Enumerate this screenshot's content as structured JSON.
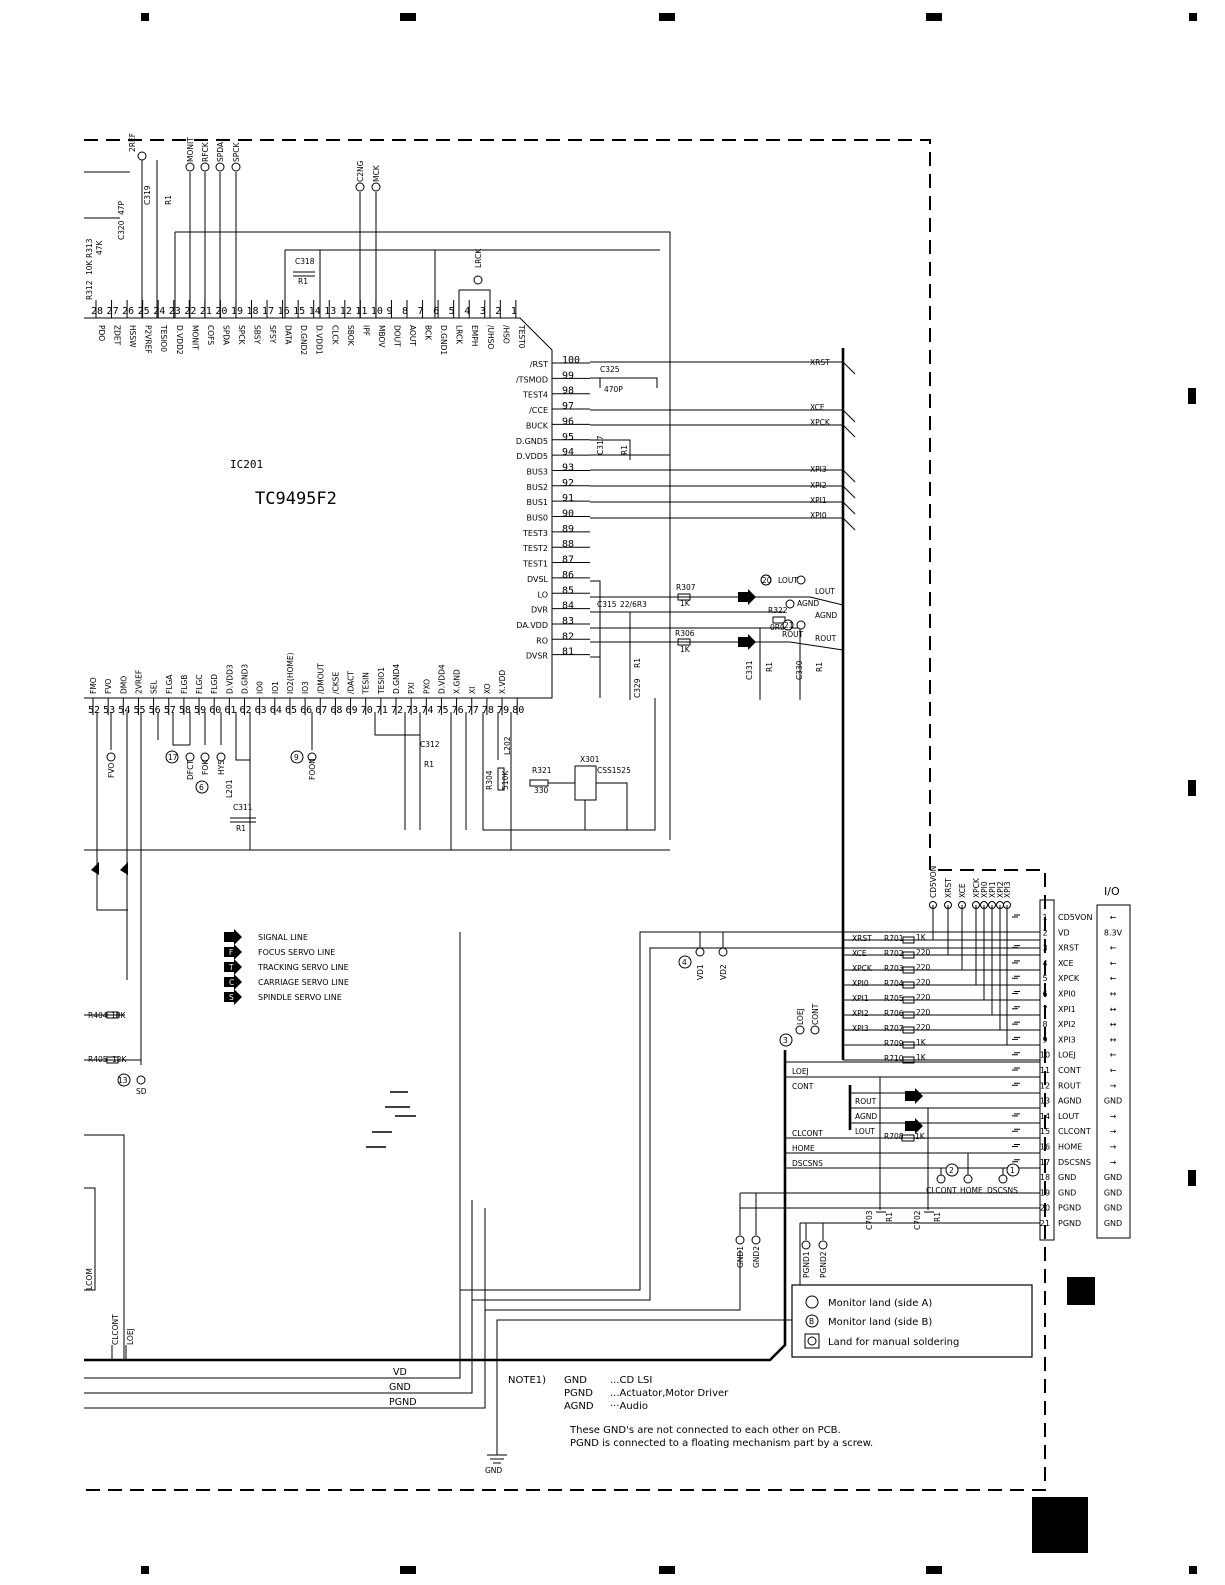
{
  "ic": {
    "ref": "IC201",
    "part": "TC9495F2"
  },
  "ic_top_pins": [
    {
      "n": "28",
      "name": "PDO"
    },
    {
      "n": "27",
      "name": "ZDET"
    },
    {
      "n": "26",
      "name": "HSSW"
    },
    {
      "n": "25",
      "name": "P2VREF"
    },
    {
      "n": "24",
      "name": "TESIO0"
    },
    {
      "n": "23",
      "name": "D.VDD2"
    },
    {
      "n": "22",
      "name": "MONIT"
    },
    {
      "n": "21",
      "name": "COFS"
    },
    {
      "n": "20",
      "name": "SPDA"
    },
    {
      "n": "19",
      "name": "SPCK"
    },
    {
      "n": "18",
      "name": "SBSY"
    },
    {
      "n": "17",
      "name": "SFSY"
    },
    {
      "n": "16",
      "name": "DATA"
    },
    {
      "n": "15",
      "name": "D.GND2"
    },
    {
      "n": "14",
      "name": "D.VDD1"
    },
    {
      "n": "13",
      "name": "CLCK"
    },
    {
      "n": "12",
      "name": "SBOK"
    },
    {
      "n": "11",
      "name": "IPF"
    },
    {
      "n": "10",
      "name": "MBOV"
    },
    {
      "n": "9",
      "name": "DOUT"
    },
    {
      "n": "8",
      "name": "AOUT"
    },
    {
      "n": "7",
      "name": "BCK"
    },
    {
      "n": "6",
      "name": "D.GND1"
    },
    {
      "n": "5",
      "name": "LRCK"
    },
    {
      "n": "4",
      "name": "EMPH"
    },
    {
      "n": "3",
      "name": "/UHSO"
    },
    {
      "n": "2",
      "name": "/HSO"
    },
    {
      "n": "1",
      "name": "TEST0"
    }
  ],
  "ic_right_pins": [
    {
      "n": "100",
      "name": "/RST"
    },
    {
      "n": "99",
      "name": "/TSMOD"
    },
    {
      "n": "98",
      "name": "TEST4"
    },
    {
      "n": "97",
      "name": "/CCE"
    },
    {
      "n": "96",
      "name": "BUCK"
    },
    {
      "n": "95",
      "name": "D.GND5"
    },
    {
      "n": "94",
      "name": "D.VDD5"
    },
    {
      "n": "93",
      "name": "BUS3"
    },
    {
      "n": "92",
      "name": "BUS2"
    },
    {
      "n": "91",
      "name": "BUS1"
    },
    {
      "n": "90",
      "name": "BUS0"
    },
    {
      "n": "89",
      "name": "TEST3"
    },
    {
      "n": "88",
      "name": "TEST2"
    },
    {
      "n": "87",
      "name": "TEST1"
    },
    {
      "n": "86",
      "name": "DVSL"
    },
    {
      "n": "85",
      "name": "LO"
    },
    {
      "n": "84",
      "name": "DVR"
    },
    {
      "n": "83",
      "name": "DA.VDD"
    },
    {
      "n": "82",
      "name": "RO"
    },
    {
      "n": "81",
      "name": "DVSR"
    }
  ],
  "ic_bottom_pins": [
    {
      "n": "52",
      "name": "FMO"
    },
    {
      "n": "53",
      "name": "FVO"
    },
    {
      "n": "54",
      "name": "DMO"
    },
    {
      "n": "55",
      "name": "2VREF"
    },
    {
      "n": "56",
      "name": "SEL"
    },
    {
      "n": "57",
      "name": "FLGA"
    },
    {
      "n": "58",
      "name": "FLGB"
    },
    {
      "n": "59",
      "name": "FLGC"
    },
    {
      "n": "60",
      "name": "FLGD"
    },
    {
      "n": "61",
      "name": "D.VDD3"
    },
    {
      "n": "62",
      "name": "D.GND3"
    },
    {
      "n": "63",
      "name": "IO0"
    },
    {
      "n": "64",
      "name": "IO1"
    },
    {
      "n": "65",
      "name": "IO2(HOME)"
    },
    {
      "n": "66",
      "name": "IO3"
    },
    {
      "n": "67",
      "name": "/DMOUT"
    },
    {
      "n": "68",
      "name": "/CKSE"
    },
    {
      "n": "69",
      "name": "/DACT"
    },
    {
      "n": "70",
      "name": "TESIN"
    },
    {
      "n": "71",
      "name": "TESIO1"
    },
    {
      "n": "72",
      "name": "D.GND4"
    },
    {
      "n": "73",
      "name": "PXI"
    },
    {
      "n": "74",
      "name": "PXO"
    },
    {
      "n": "75",
      "name": "D.VDD4"
    },
    {
      "n": "76",
      "name": "X.GND"
    },
    {
      "n": "77",
      "name": "XI"
    },
    {
      "n": "78",
      "name": "XO"
    },
    {
      "n": "79",
      "name": "X.VDD"
    },
    {
      "n": "80",
      "name": ""
    }
  ],
  "top_signals": [
    "2REF",
    "MONIT",
    "RFCK",
    "SPDA",
    "SPCK",
    "C2NG",
    "MCK",
    "LRCK"
  ],
  "top_components": {
    "c319": "C319",
    "c319v": "R1",
    "c320": "C320",
    "c320v": "47P",
    "r313": "R313",
    "r313v": "47K",
    "r312": "R312",
    "r312v": "10K",
    "c318": "C318",
    "c318v": "R1"
  },
  "right_components": {
    "c325": "C325",
    "c325v": "470P",
    "c317": "C317",
    "c317v": "R1",
    "r307": "R307",
    "r307v": "1K",
    "c315": "C315",
    "c315v": "22/6R3",
    "r322": "R322",
    "r322v": "0R0",
    "r306": "R306",
    "r306v": "1K",
    "c329": "C329",
    "c329v": "R1",
    "c331": "C331",
    "c331v": "R1",
    "c330": "C330",
    "c330v": "R1",
    "lout_land": "LOUT",
    "agnd_land": "AGND",
    "rout_land": "ROUT",
    "l20": "20",
    "l21": "21"
  },
  "right_nets": [
    "XRST",
    "XCE",
    "XPCK",
    "XPI3",
    "XPI2",
    "XPI1",
    "XPI0",
    "LOUT",
    "AGND",
    "ROUT"
  ],
  "bottom_components": {
    "c312": "C312",
    "c312v": "R1",
    "c311": "C311",
    "c311v": "R1",
    "l201": "L201",
    "l202": "L202",
    "r304": "R304",
    "r304v": "510K",
    "r321": "R321",
    "r321v": "330",
    "x301": "X301",
    "x301v": "CSS1525",
    "fvo": "FVO",
    "dfct": "DFCT",
    "fok": "FOK",
    "hys": "HYS",
    "foon": "FOON",
    "n17": "17",
    "n6": "6",
    "n9": "9"
  },
  "legend": [
    {
      "sym": "→",
      "label": "SIGNAL LINE"
    },
    {
      "sym": "F",
      "label": "FOCUS SERVO LINE"
    },
    {
      "sym": "T",
      "label": "TRACKING SERVO LINE"
    },
    {
      "sym": "C",
      "label": "CARRIAGE SERVO LINE"
    },
    {
      "sym": "S",
      "label": "SPINDLE SERVO LINE"
    }
  ],
  "left_components": {
    "r404": "R404",
    "r404v": "18K",
    "r405": "R405",
    "r405v": "12K",
    "sd": "SD",
    "n13": "13",
    "lcom": "LCOM"
  },
  "connector": {
    "title": "I/O",
    "pins": [
      {
        "n": "1",
        "name": "CD5VON",
        "io": "←"
      },
      {
        "n": "2",
        "name": "VD",
        "io": "8.3V"
      },
      {
        "n": "3",
        "name": "XRST",
        "io": "←"
      },
      {
        "n": "4",
        "name": "XCE",
        "io": "←"
      },
      {
        "n": "5",
        "name": "XPCK",
        "io": "←"
      },
      {
        "n": "6",
        "name": "XPI0",
        "io": "↔"
      },
      {
        "n": "7",
        "name": "XPI1",
        "io": "↔"
      },
      {
        "n": "8",
        "name": "XPI2",
        "io": "↔"
      },
      {
        "n": "9",
        "name": "XPI3",
        "io": "↔"
      },
      {
        "n": "10",
        "name": "LOEJ",
        "io": "←"
      },
      {
        "n": "11",
        "name": "CONT",
        "io": "←"
      },
      {
        "n": "12",
        "name": "ROUT",
        "io": "→"
      },
      {
        "n": "13",
        "name": "AGND",
        "io": "GND"
      },
      {
        "n": "14",
        "name": "LOUT",
        "io": "→"
      },
      {
        "n": "15",
        "name": "CLCONT",
        "io": "→"
      },
      {
        "n": "16",
        "name": "HOME",
        "io": "→"
      },
      {
        "n": "17",
        "name": "DSCSNS",
        "io": "→"
      },
      {
        "n": "18",
        "name": "GND",
        "io": "GND"
      },
      {
        "n": "19",
        "name": "GND",
        "io": "GND"
      },
      {
        "n": "20",
        "name": "PGND",
        "io": "GND"
      },
      {
        "n": "21",
        "name": "PGND",
        "io": "GND"
      }
    ],
    "top_labels": [
      "CD5VON",
      "XRST",
      "XCE",
      "XPCK",
      "XPI0",
      "XPI1",
      "XPI2",
      "XPI3"
    ]
  },
  "connector_resistors": [
    {
      "net": "XRST",
      "ref": "R701",
      "val": "1K"
    },
    {
      "net": "XCE",
      "ref": "R702",
      "val": "220"
    },
    {
      "net": "XPCK",
      "ref": "R703",
      "val": "220"
    },
    {
      "net": "XPI0",
      "ref": "R704",
      "val": "220"
    },
    {
      "net": "XPI1",
      "ref": "R705",
      "val": "220"
    },
    {
      "net": "XPI2",
      "ref": "R706",
      "val": "220"
    },
    {
      "net": "XPI3",
      "ref": "R707",
      "val": "220"
    },
    {
      "net": "",
      "ref": "R709",
      "val": "1K"
    },
    {
      "net": "",
      "ref": "R710",
      "val": "1K"
    }
  ],
  "connector_nets_left": [
    "LOEJ",
    "CONT",
    "ROUT",
    "AGND",
    "LOUT",
    "CLCONT",
    "HOME",
    "DSCSNS"
  ],
  "r708": {
    "ref": "R708",
    "val": "1K"
  },
  "lands": {
    "vd1": "VD1",
    "vd2": "VD2",
    "n4": "4",
    "loej": "LOEJ",
    "cont": "CONT",
    "n3": "3",
    "clcont": "CLCONT",
    "home": "HOME",
    "dscsns": "DSCSNS",
    "n2": "2",
    "n1": "1",
    "gnd1": "GND1",
    "gnd2": "GND2",
    "pgnd1": "PGND1",
    "pgnd2": "PGND2",
    "c703": "C703",
    "c703v": "R1",
    "c702": "C702",
    "c702v": "R1"
  },
  "monitor_legend": [
    {
      "sym": "circle",
      "label": "Monitor land (side A)"
    },
    {
      "sym": "circle-b",
      "label": "Monitor land (side B)"
    },
    {
      "sym": "square",
      "label": "Land for manual soldering"
    }
  ],
  "bottom_rails": [
    "VD",
    "GND",
    "PGND"
  ],
  "bottom_rail_labels": {
    "clcont": "CLCONT",
    "loej": "LOEJ",
    "gnd_sym": "GND"
  },
  "note": {
    "head": "NOTE1)",
    "rows": [
      {
        "k": "GND",
        "v": "...CD LSI"
      },
      {
        "k": "PGND",
        "v": "...Actuator,Motor Driver"
      },
      {
        "k": "AGND",
        "v": "···Audio"
      }
    ],
    "line1": "These GND's are not connected to each other on PCB.",
    "line2": "PGND is connected to a floating mechanism part by a screw."
  }
}
